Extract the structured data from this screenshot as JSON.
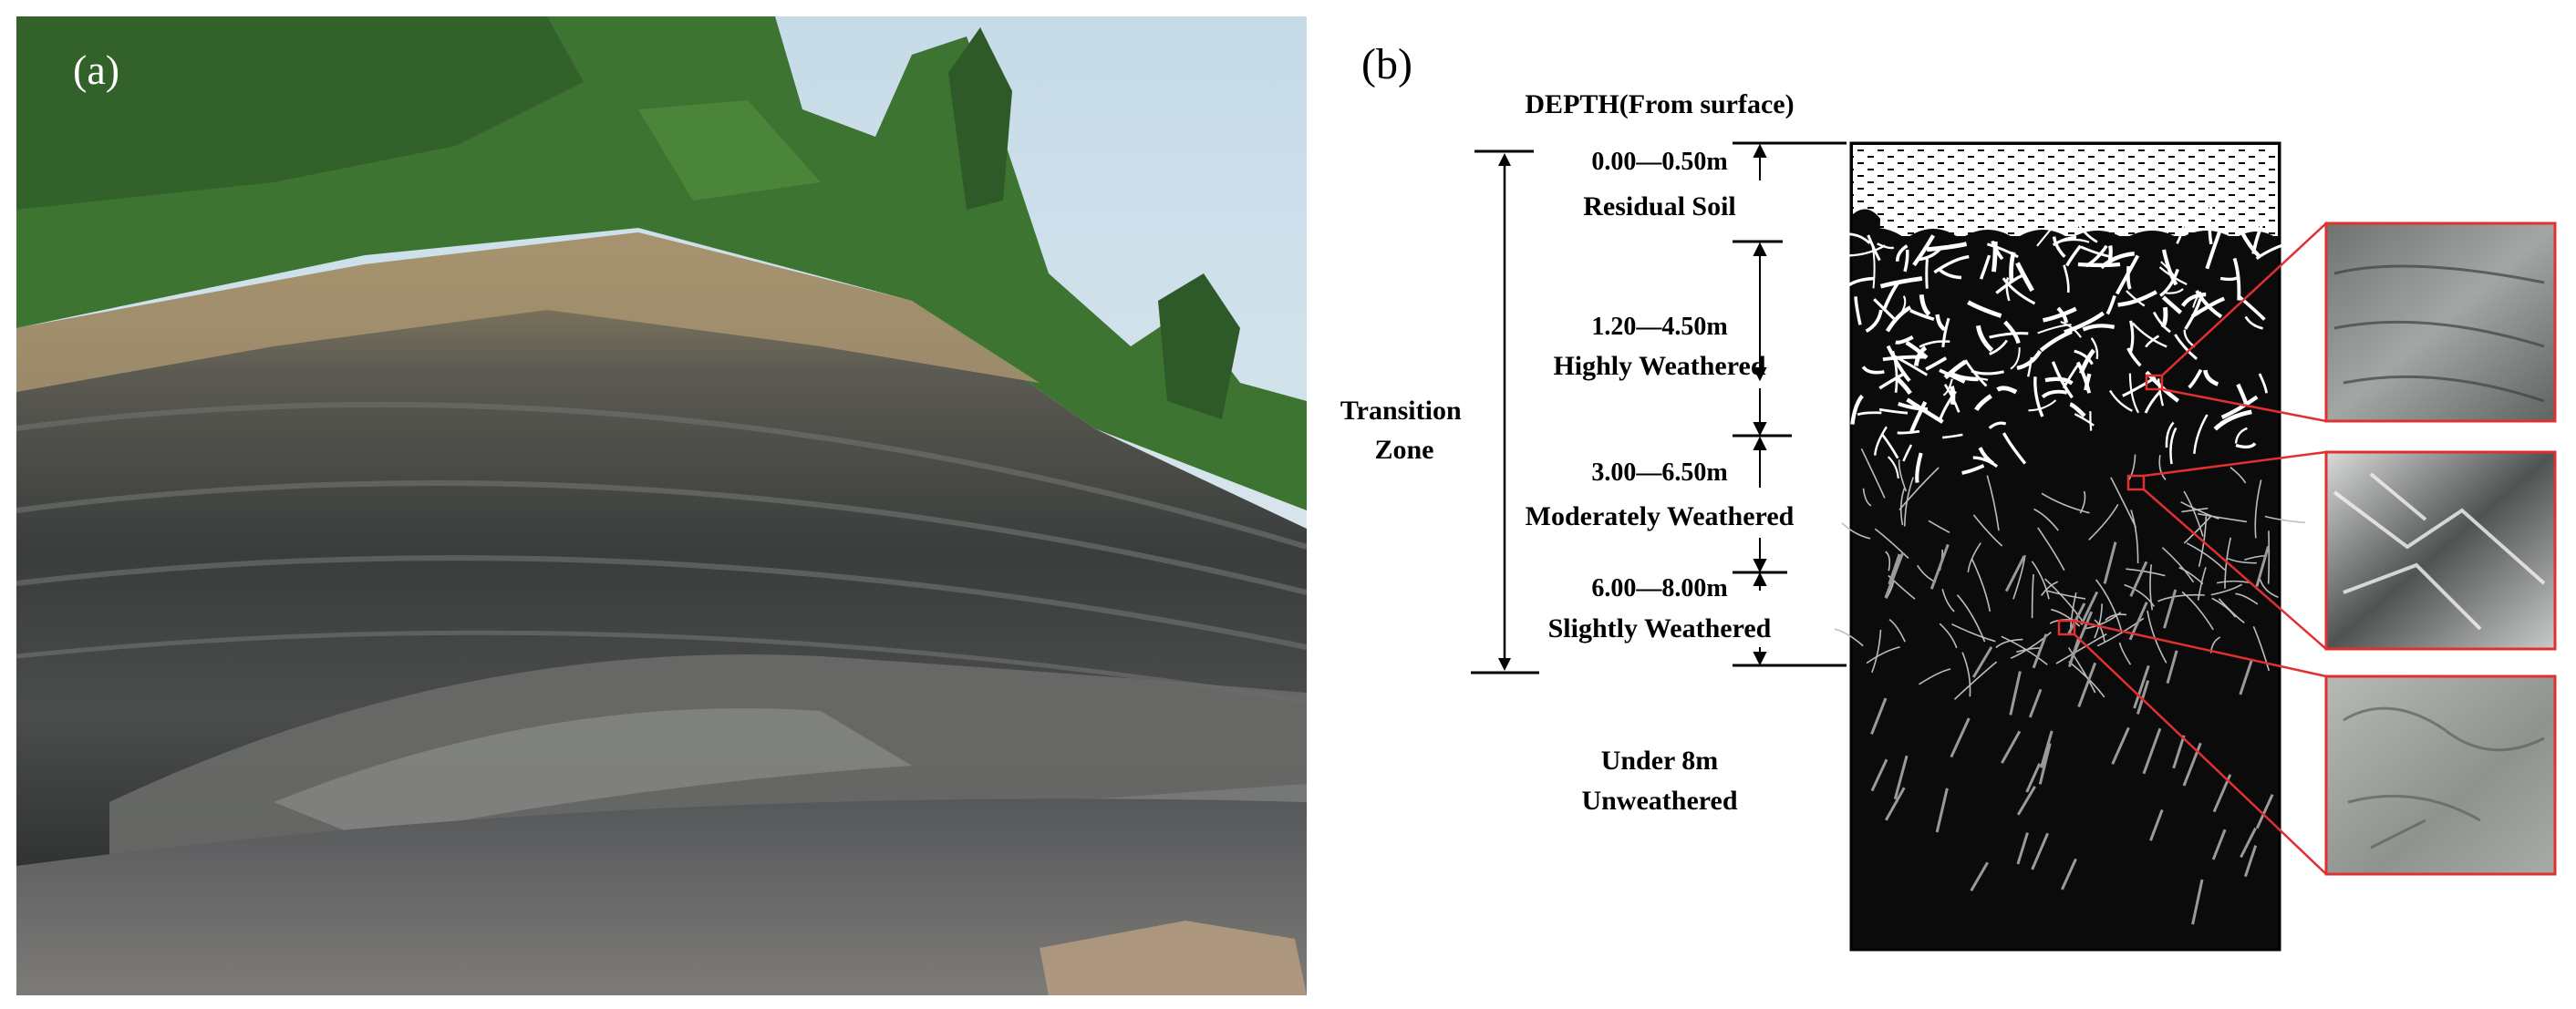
{
  "panel_a": {
    "label": "(a)"
  },
  "panel_b": {
    "label": "(b)",
    "depth_header": "DEPTH(From surface)",
    "transition_zone": [
      "Transition",
      "Zone"
    ],
    "layers": [
      {
        "range": "0.00—0.50m",
        "name": "Residual Soil"
      },
      {
        "range": "1.20—4.50m",
        "name": "Highly Weathered"
      },
      {
        "range": "3.00—6.50m",
        "name": "Moderately Weathered"
      },
      {
        "range": "6.00—8.00m",
        "name": "Slightly Weathered"
      }
    ],
    "bottom": {
      "range": "Under 8m",
      "name": "Unweathered"
    }
  },
  "colors": {
    "rock": "#0b0b0b",
    "fracture": "#ffffff",
    "callout": "#e03030",
    "slope_dark": "#3b3f3d",
    "vegetation": "#3f7a33",
    "sky": "#cfe0ea"
  }
}
